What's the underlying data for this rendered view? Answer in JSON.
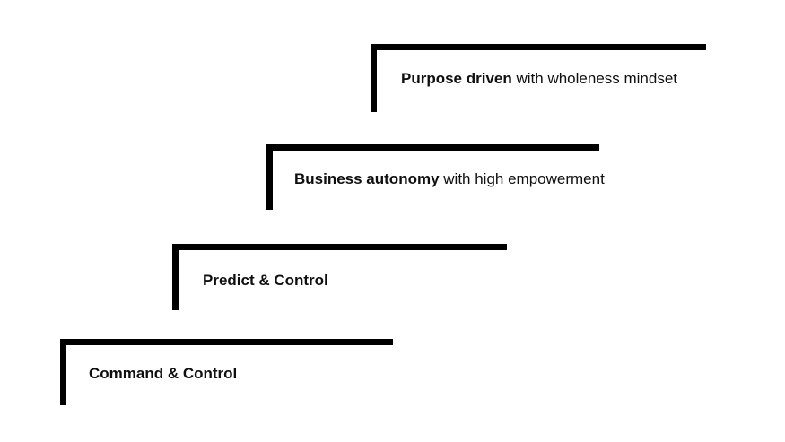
{
  "diagram": {
    "colors": {
      "background": "#ffffff",
      "line": "#000000",
      "text": "#0f0f0f"
    },
    "steps": [
      {
        "bold": "Purpose driven",
        "rest": " with wholeness mindset"
      },
      {
        "bold": "Business autonomy",
        "rest": " with high empowerment"
      },
      {
        "bold": "Predict & Control",
        "rest": ""
      },
      {
        "bold": "Command & Control",
        "rest": ""
      }
    ]
  }
}
